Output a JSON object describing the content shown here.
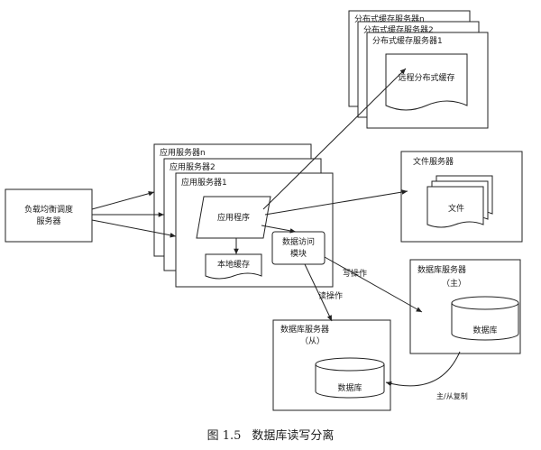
{
  "load_balancer": "负载均衡调度服务器",
  "app_servers": {
    "back": "应用服务器n",
    "mid": "应用服务器2",
    "front": "应用服务器1",
    "program": "应用程序",
    "local_cache": "本地缓存",
    "data_access": "数据访问模块"
  },
  "cache_servers": {
    "back": "分布式缓存服务器n",
    "mid": "分布式缓存服务器2",
    "front": "分布式缓存服务器1",
    "remote_cache": "远程分布式缓存"
  },
  "file_server": {
    "title": "文件服务器",
    "file": "文件"
  },
  "db_master": {
    "title": "数据库服务器",
    "role": "（主）",
    "db": "数据库"
  },
  "db_slave": {
    "title": "数据库服务器",
    "role": "（从）",
    "db": "数据库"
  },
  "edges": {
    "write": "写操作",
    "read": "读操作",
    "replicate": "主/从复制"
  },
  "caption": {
    "number": "图 1.5",
    "title": "数据库读写分离"
  }
}
